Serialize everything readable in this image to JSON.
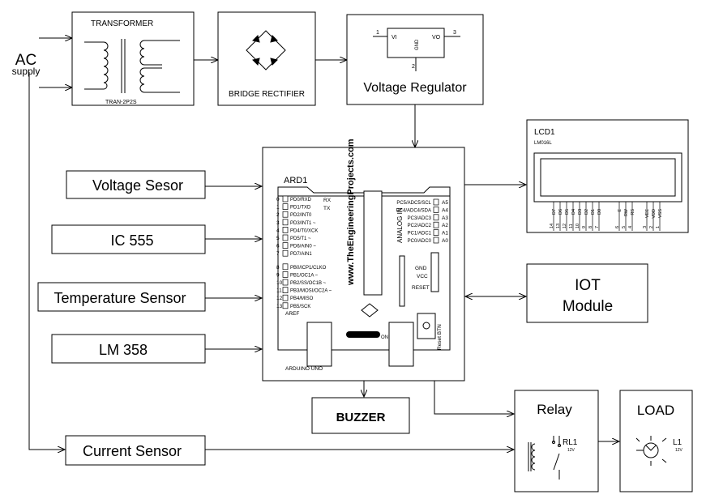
{
  "ac_supply": {
    "line1": "AC",
    "line2": "supply"
  },
  "transformer": {
    "title": "TRANSFORMER",
    "part": "TRAN-2P2S"
  },
  "rectifier": {
    "label": "BRIDGE RECTIFIER"
  },
  "regulator": {
    "label": "Voltage Regulator",
    "pin_vi": "VI",
    "pin_vo": "VO",
    "pin_gnd": "GND",
    "pin1": "1",
    "pin2": "2",
    "pin3": "3"
  },
  "inputs": {
    "voltage_sensor": "Voltage Sesor",
    "ic555": "IC 555",
    "temperature_sensor": "Temperature Sensor",
    "lm358": "LM 358",
    "current_sensor": "Current Sensor"
  },
  "arduino": {
    "ref": "ARD1",
    "board": "ARDUINO UNO",
    "watermark": "www.TheEngineeringProjects.com",
    "analog_in": "ANALOG IN",
    "on": "ON",
    "reset_btn": "Reset BTN",
    "aref": "AREF",
    "gnd": "GND",
    "vcc": "VCC",
    "reset": "RESET",
    "digital_pins": [
      {
        "num": "0",
        "name": "PD0/RXD"
      },
      {
        "num": "1",
        "name": "PD1/TXD"
      },
      {
        "num": "2",
        "name": "PD2/INT0"
      },
      {
        "num": "3",
        "name": "PD3/INT1 ~"
      },
      {
        "num": "4",
        "name": "PD4/T0/XCK"
      },
      {
        "num": "5",
        "name": "PD5/T1 ~"
      },
      {
        "num": "6",
        "name": "PD6/AIN0 ~"
      },
      {
        "num": "7",
        "name": "PD7/AIN1"
      },
      {
        "num": "8",
        "name": "PB0/ICP1/CLKO"
      },
      {
        "num": "9",
        "name": "PB1/OC1A ~"
      },
      {
        "num": "10",
        "name": "PB2/SS/OC1B ~"
      },
      {
        "num": "11",
        "name": "PB3/MOSI/OC2A ~"
      },
      {
        "num": "12",
        "name": "PB4/MISO"
      },
      {
        "num": "13",
        "name": "PB5/SCK"
      }
    ],
    "analog_pins": [
      {
        "num": "A5",
        "name": "PC5/ADC5/SCL"
      },
      {
        "num": "A4",
        "name": "PC4/ADC4/SDA"
      },
      {
        "num": "A3",
        "name": "PC3/ADC3"
      },
      {
        "num": "A2",
        "name": "PC2/ADC2"
      },
      {
        "num": "A1",
        "name": "PC1/ADC1"
      },
      {
        "num": "A0",
        "name": "PC0/ADC0"
      }
    ],
    "rx": "RX",
    "tx": "TX"
  },
  "lcd": {
    "ref": "LCD1",
    "model": "LM016L",
    "pins": [
      {
        "num": "14",
        "name": "D7"
      },
      {
        "num": "13",
        "name": "D6"
      },
      {
        "num": "12",
        "name": "D5"
      },
      {
        "num": "11",
        "name": "D4"
      },
      {
        "num": "10",
        "name": "D3"
      },
      {
        "num": "9",
        "name": "D2"
      },
      {
        "num": "8",
        "name": "D1"
      },
      {
        "num": "7",
        "name": "D0"
      },
      {
        "num": "6",
        "name": "E"
      },
      {
        "num": "5",
        "name": "RW"
      },
      {
        "num": "4",
        "name": "RS"
      },
      {
        "num": "3",
        "name": "VEE"
      },
      {
        "num": "2",
        "name": "VDD"
      },
      {
        "num": "1",
        "name": "VSS"
      }
    ]
  },
  "iot": {
    "line1": "IOT",
    "line2": "Module"
  },
  "buzzer": {
    "label": "BUZZER"
  },
  "relay": {
    "title": "Relay",
    "ref": "RL1",
    "voltage": "12V"
  },
  "load": {
    "title": "LOAD",
    "ref": "L1",
    "voltage": "12V"
  }
}
